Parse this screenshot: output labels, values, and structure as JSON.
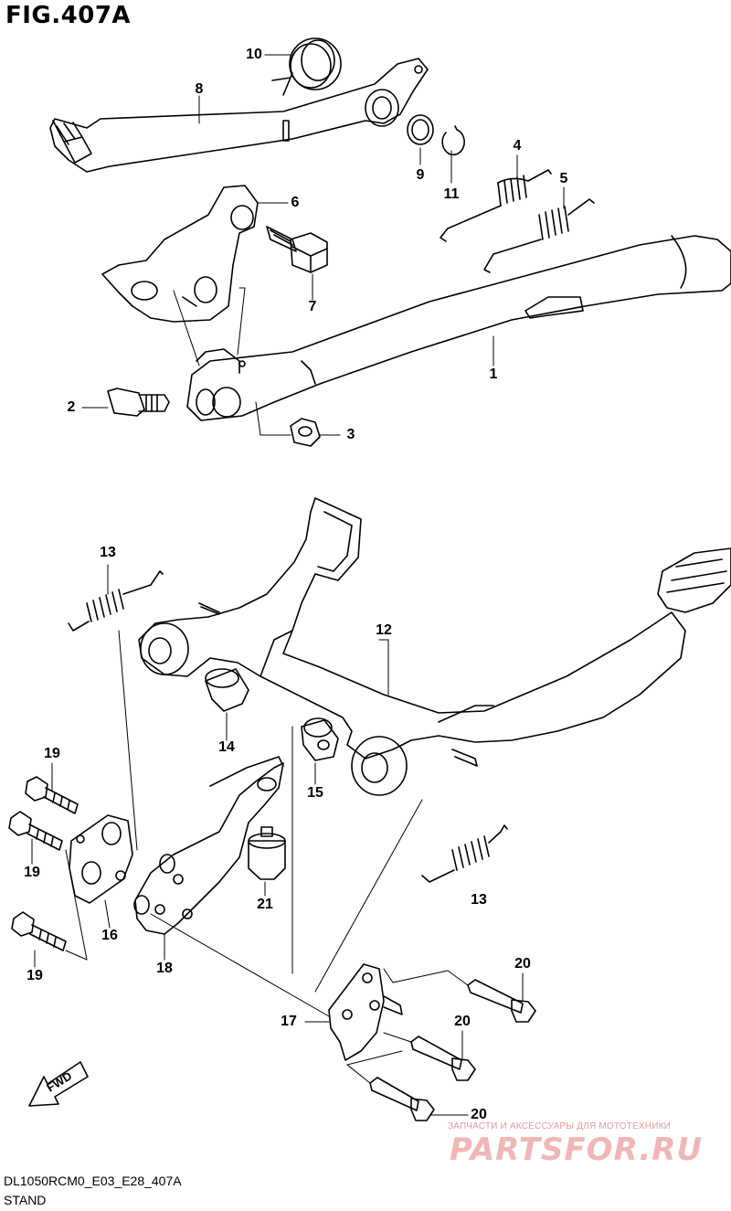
{
  "figure": {
    "title": "FIG.407A",
    "model_code": "DL1050RCM0_E03_E28_407A",
    "section_name": "STAND"
  },
  "callouts": {
    "c1": "1",
    "c2": "2",
    "c3": "3",
    "c4": "4",
    "c5": "5",
    "c6": "6",
    "c7": "7",
    "c8": "8",
    "c9": "9",
    "c10": "10",
    "c11": "11",
    "c12": "12",
    "c13a": "13",
    "c13b": "13",
    "c14": "14",
    "c15": "15",
    "c16": "16",
    "c17": "17",
    "c18": "18",
    "c19a": "19",
    "c19b": "19",
    "c19c": "19",
    "c20a": "20",
    "c20b": "20",
    "c20c": "20",
    "c21": "21"
  },
  "direction_arrow": {
    "label": "FWD",
    "icon": "fwd-arrow-icon"
  },
  "watermark": {
    "tagline": "ЗАПЧАСТИ И АКСЕССУАРЫ ДЛЯ МОТОТЕХНИКИ",
    "brand": "PARTSFOR.RU",
    "color": "#f2b6b6"
  }
}
